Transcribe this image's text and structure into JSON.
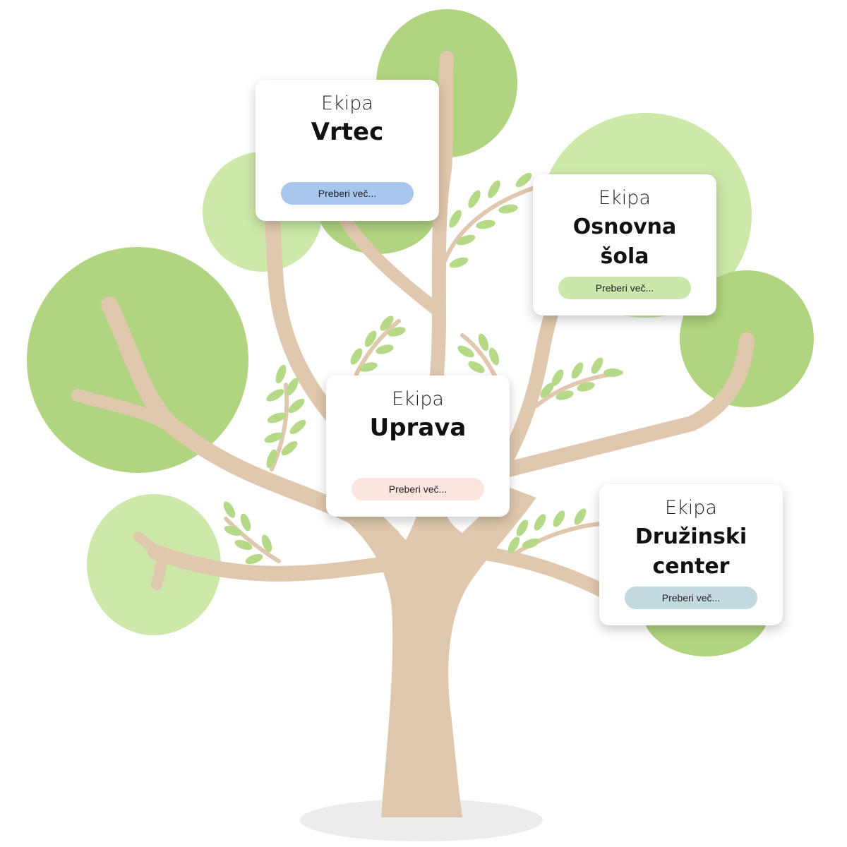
{
  "colors": {
    "foliage_dark": "#b0d47f",
    "foliage_light": "#cde8a9",
    "trunk": "#e0c8ae",
    "leaf": "#b6d988",
    "shadow": "#ececec"
  },
  "cards": [
    {
      "eyebrow": "Ekipa",
      "title": "Vrtec",
      "button_label": "Preberi več...",
      "button_color": "#a7c7ee"
    },
    {
      "eyebrow": "Ekipa",
      "title": "Osnovna šola",
      "button_label": "Preberi več...",
      "button_color": "#cbe7ab"
    },
    {
      "eyebrow": "Ekipa",
      "title": "Uprava",
      "button_label": "Preberi več...",
      "button_color": "#fde5df"
    },
    {
      "eyebrow": "Ekipa",
      "title": "Družinski center",
      "button_label": "Preberi več...",
      "button_color": "#c3d9e0"
    }
  ]
}
